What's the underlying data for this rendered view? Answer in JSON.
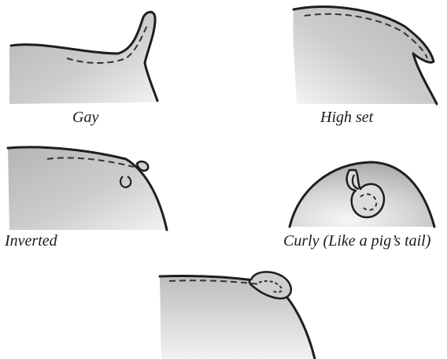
{
  "captions": {
    "gay": "Gay",
    "high_set": "High set",
    "inverted": "Inverted",
    "curly": "Curly (Like a pig’s tail)"
  },
  "colors": {
    "fill_dark": "#b9b9b9",
    "fill_light": "#f3f3f3",
    "outline": "#1e1e1e",
    "dash": "#333333"
  }
}
